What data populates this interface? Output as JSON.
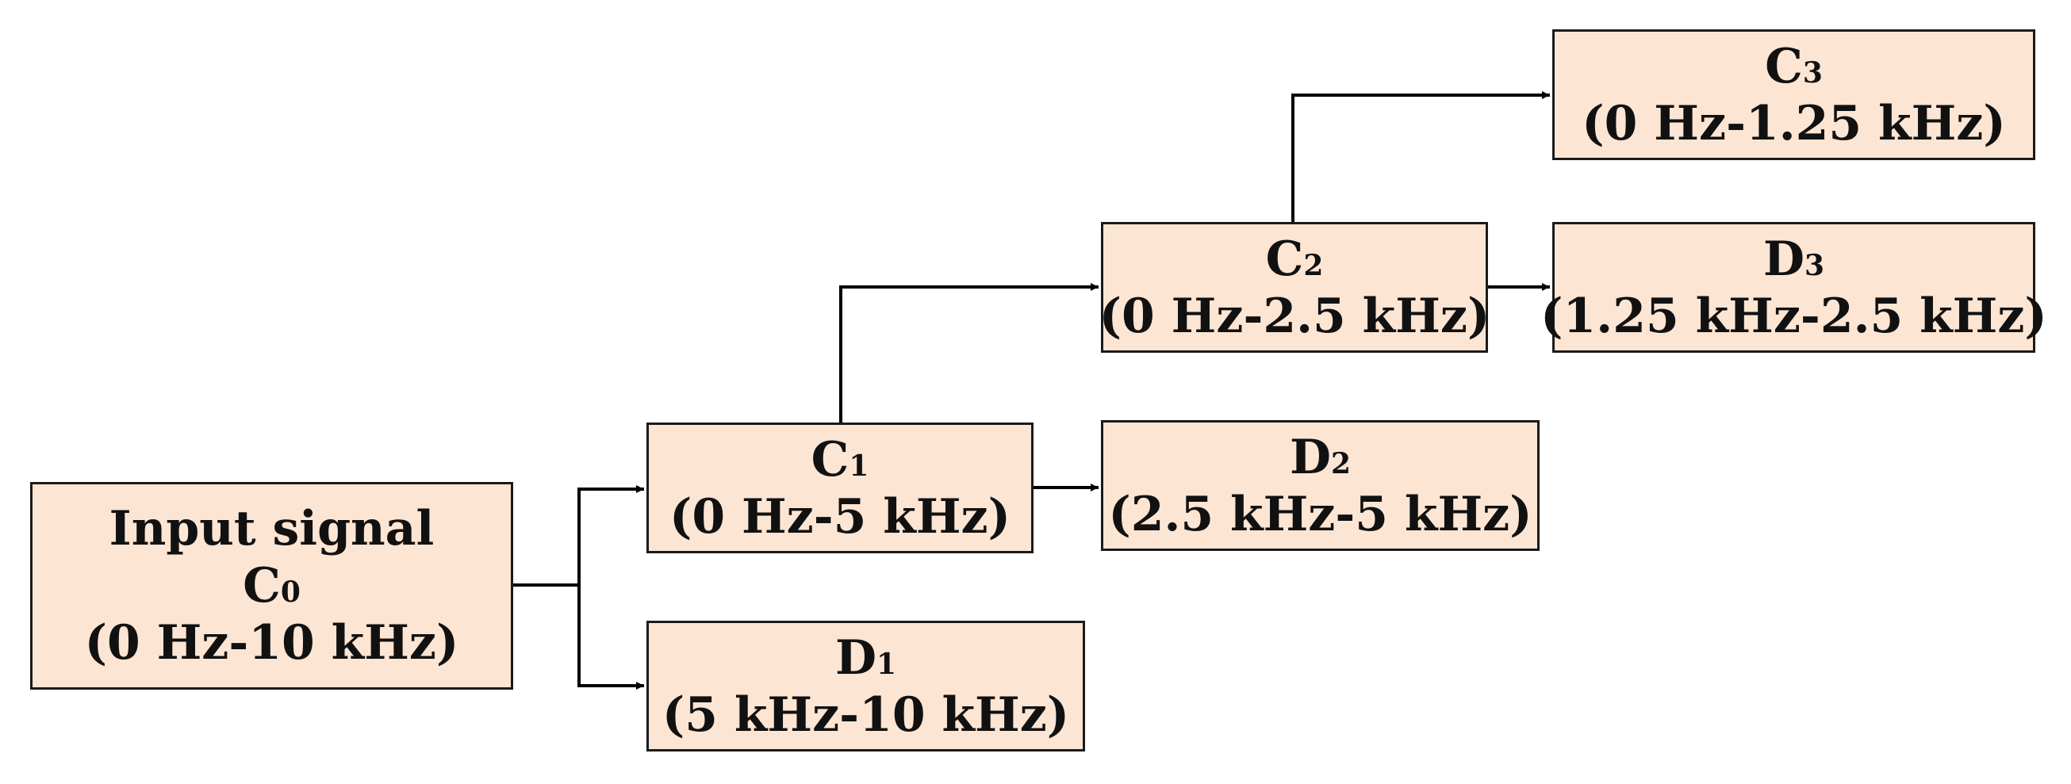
{
  "nodes": {
    "input": {
      "title": "Input signal",
      "letter": "C",
      "index": "0",
      "range": "(0 Hz-10 kHz)"
    },
    "c1": {
      "letter": "C",
      "index": "1",
      "range": "(0 Hz-5 kHz)"
    },
    "d1": {
      "letter": "D",
      "index": "1",
      "range": "(5 kHz-10 kHz)"
    },
    "c2": {
      "letter": "C",
      "index": "2",
      "range": "(0 Hz-2.5 kHz)"
    },
    "d2": {
      "letter": "D",
      "index": "2",
      "range": "(2.5 kHz-5 kHz)"
    },
    "c3": {
      "letter": "C",
      "index": "3",
      "range": "(0 Hz-1.25 kHz)"
    },
    "d3": {
      "letter": "D",
      "index": "3",
      "range": "(1.25 kHz-2.5 kHz)"
    }
  },
  "colors": {
    "box_fill": "#fde5d4",
    "box_border": "#1a1a1a",
    "line": "#000000"
  }
}
